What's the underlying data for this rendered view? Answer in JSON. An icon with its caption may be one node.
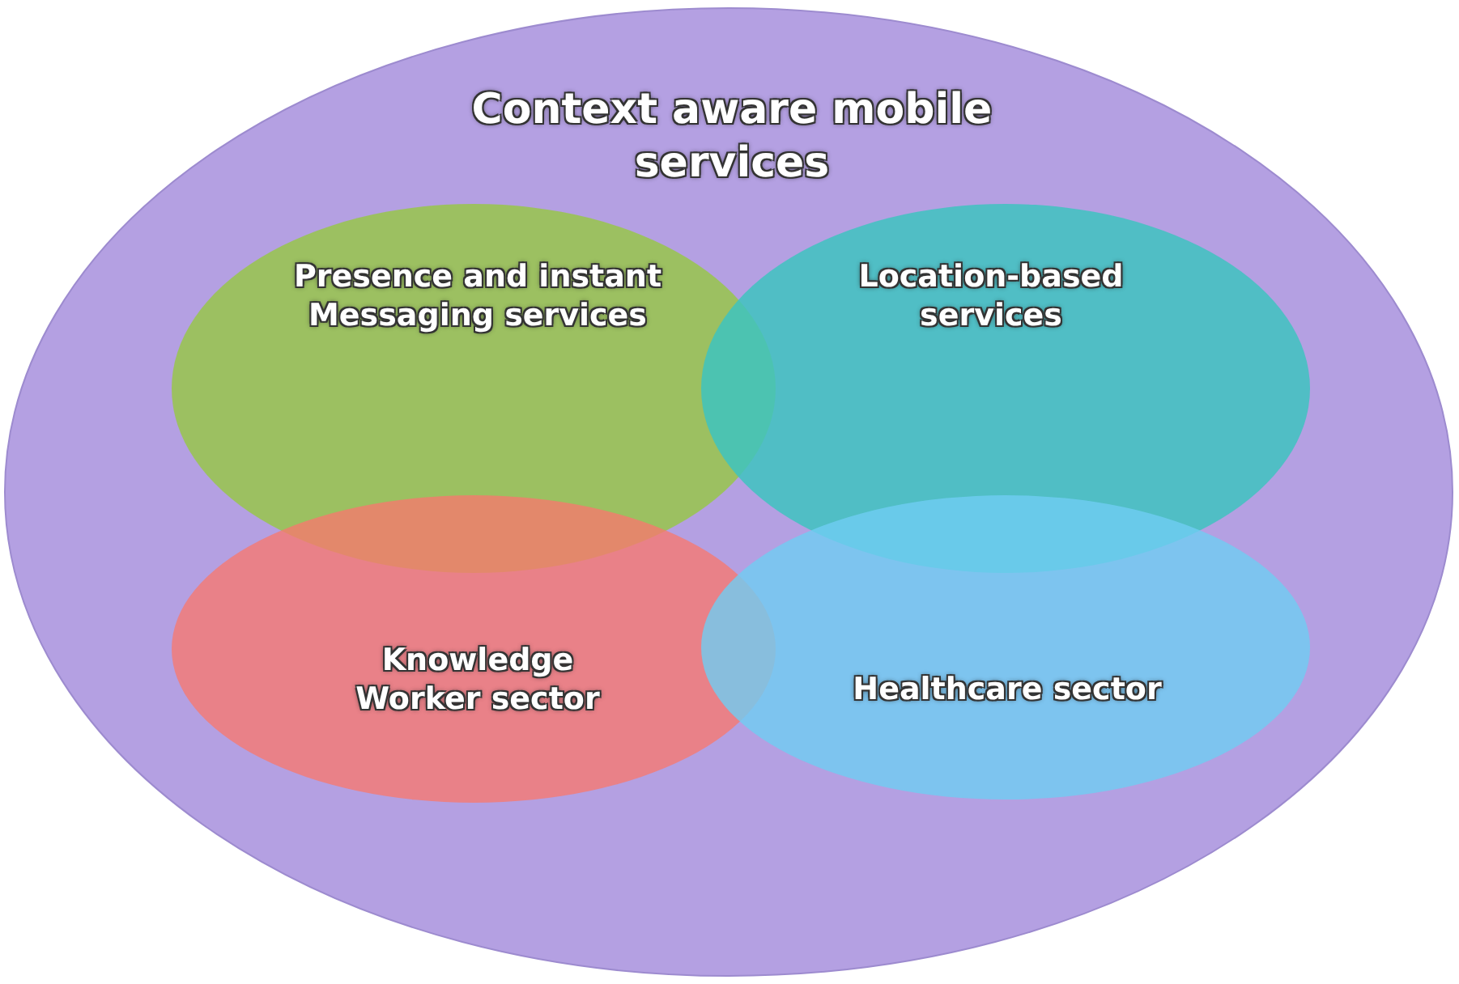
{
  "diagram": {
    "nodes": [
      {
        "text": [
          "Context aware mobile services"
        ]
      },
      {
        "text": [
          "Presence and instant Messaging services"
        ],
        "in": 0
      },
      {
        "text": [
          "Location-based services"
        ],
        "in": 0
      },
      {
        "text": [
          "Knowledge Worker sector"
        ],
        "in": 0
      },
      {
        "text": [
          "Healthcare sector"
        ],
        "in": 0
      }
    ]
  }
}
